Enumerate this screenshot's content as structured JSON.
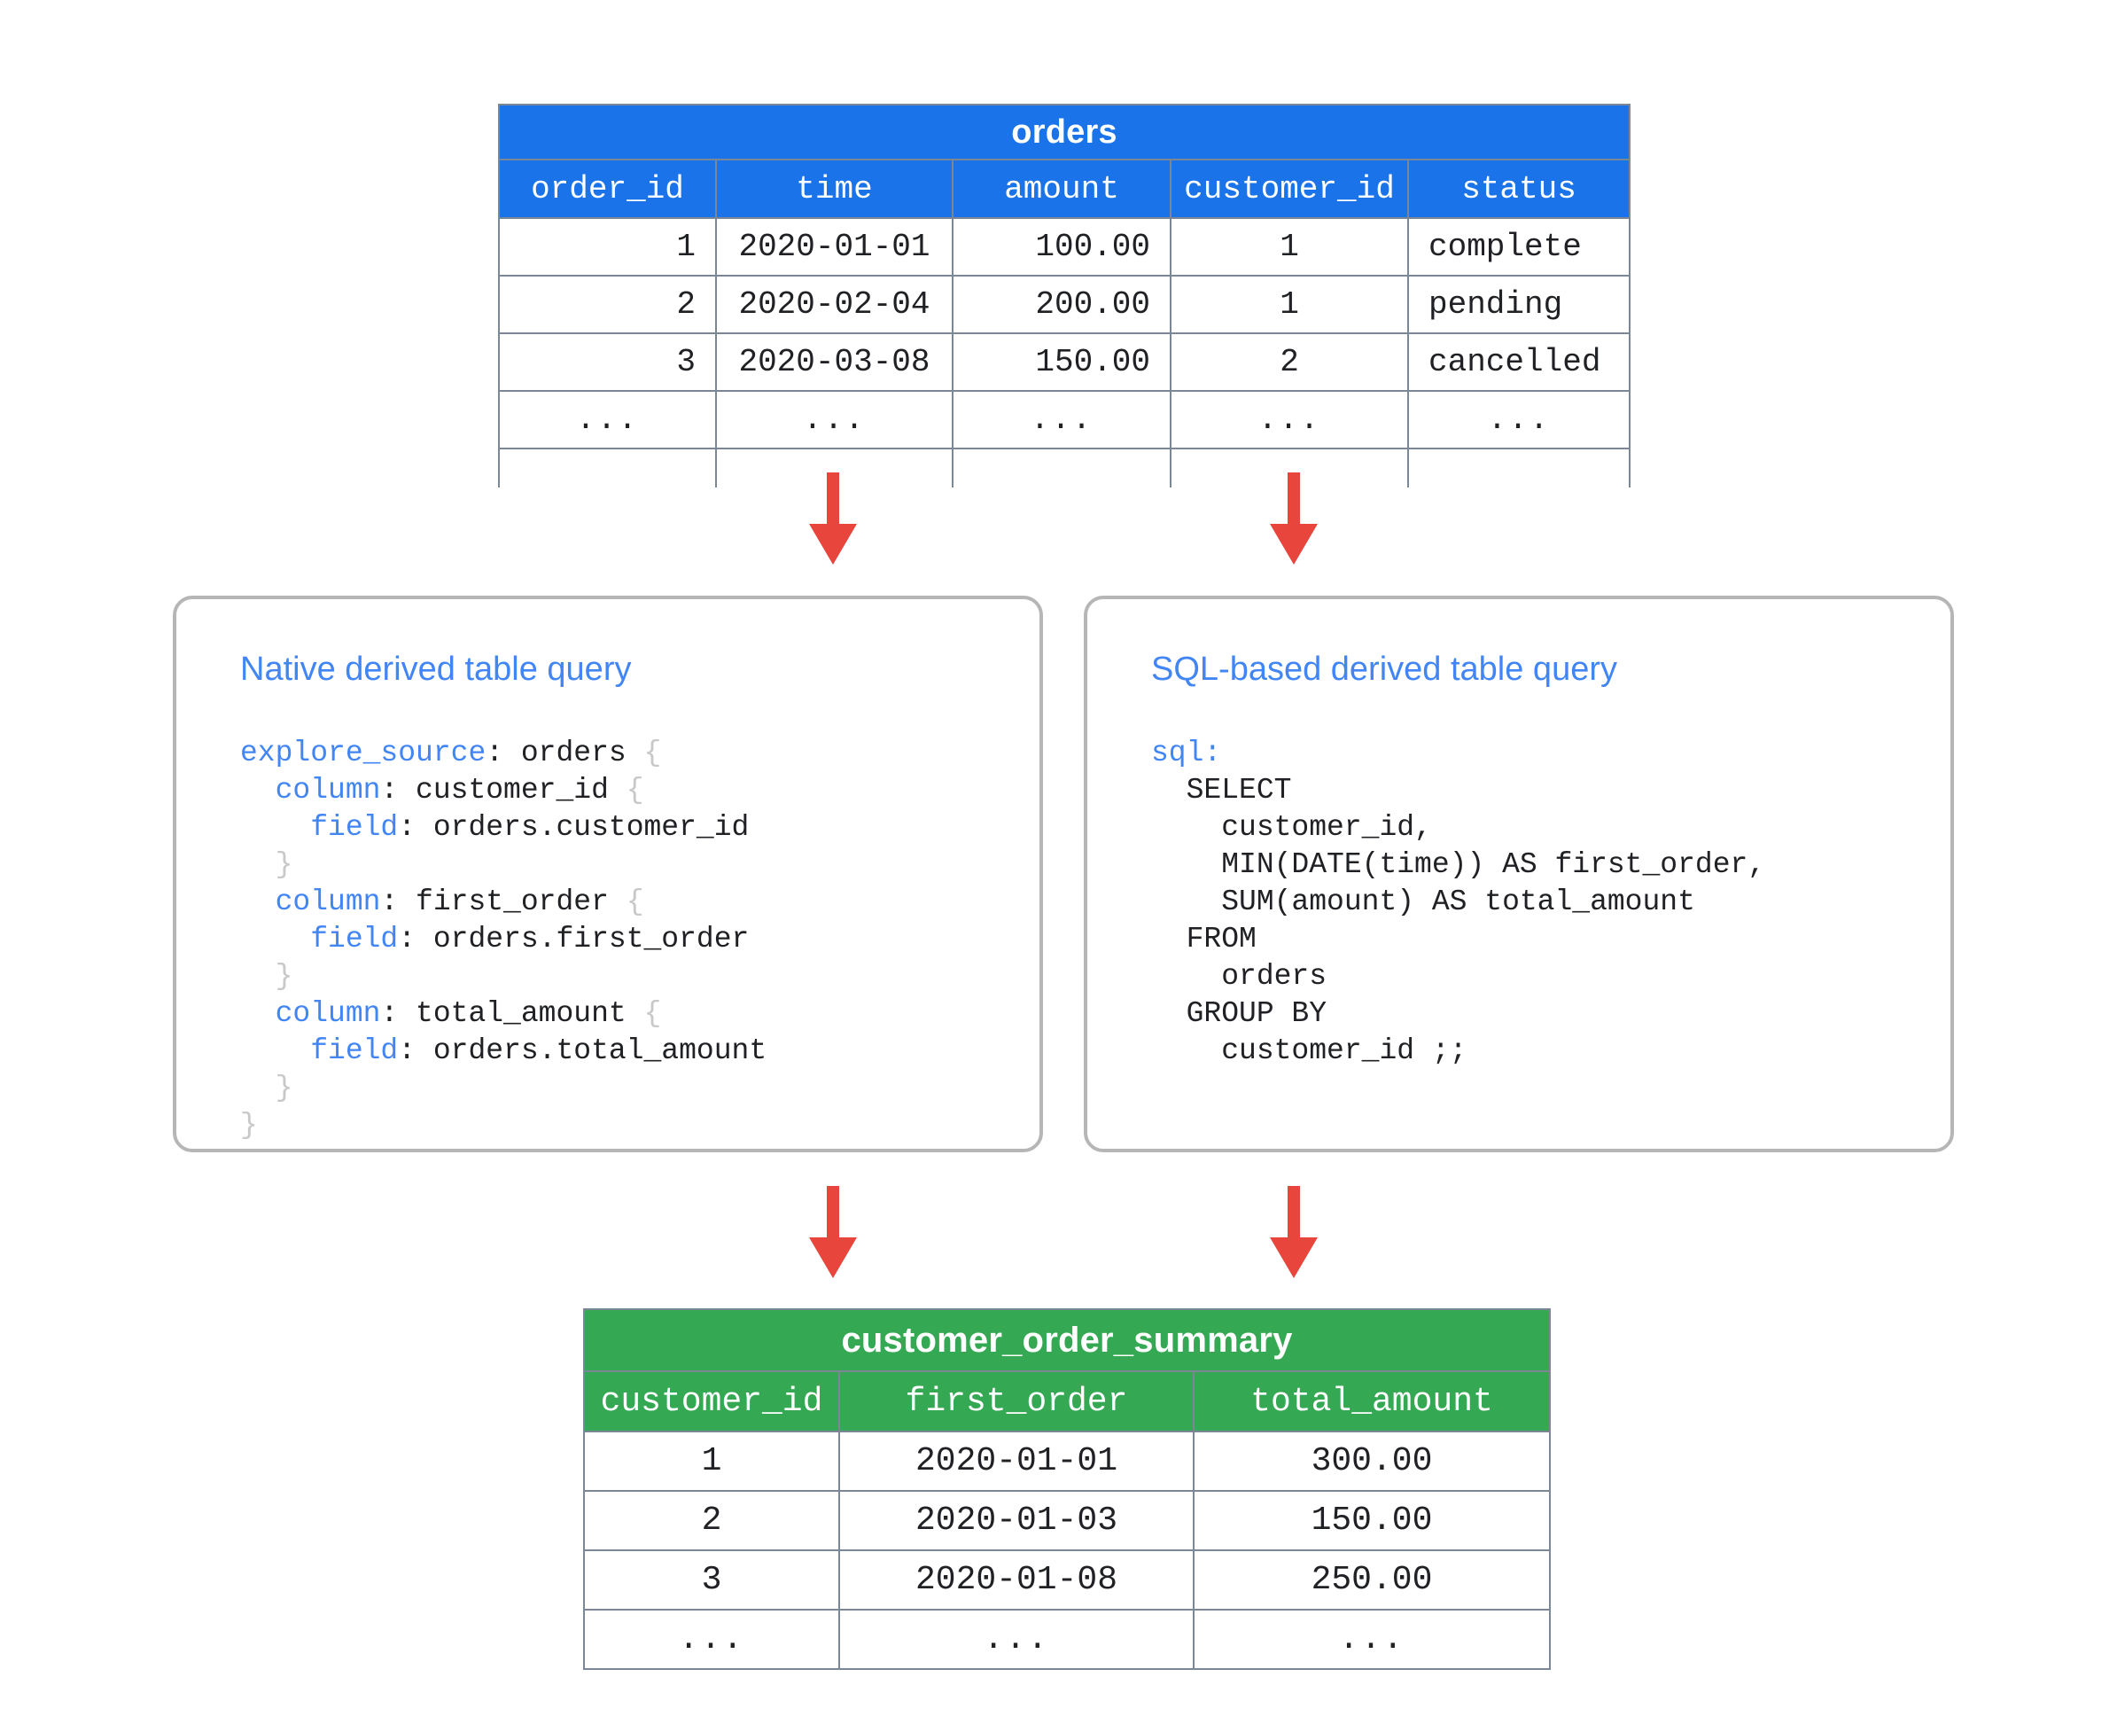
{
  "diagram": {
    "title": "Derived table query diagram",
    "colors": {
      "source_table_header": "#1a73e8",
      "result_table_header": "#34a853",
      "arrow": "#e8453c",
      "panel_border": "#b6b6b6",
      "code_keyword": "#4285f4",
      "panel_title": "#4285f4"
    }
  },
  "source_table": {
    "name": "orders",
    "columns": [
      "order_id",
      "time",
      "amount",
      "customer_id",
      "status"
    ],
    "rows": [
      [
        "1",
        "2020-01-01",
        "100.00",
        "1",
        "complete"
      ],
      [
        "2",
        "2020-02-04",
        "200.00",
        "1",
        "pending"
      ],
      [
        "3",
        "2020-03-08",
        "150.00",
        "2",
        "cancelled"
      ],
      [
        "...",
        "...",
        "...",
        "...",
        "..."
      ]
    ]
  },
  "result_table": {
    "name": "customer_order_summary",
    "columns": [
      "customer_id",
      "first_order",
      "total_amount"
    ],
    "rows": [
      [
        "1",
        "2020-01-01",
        "300.00"
      ],
      [
        "2",
        "2020-01-03",
        "150.00"
      ],
      [
        "3",
        "2020-01-08",
        "250.00"
      ],
      [
        "...",
        "...",
        "..."
      ]
    ]
  },
  "panels": {
    "native": {
      "title": "Native derived table query",
      "code_lines": [
        [
          {
            "t": "explore_source",
            "c": "kw"
          },
          {
            "t": ": orders ",
            "c": ""
          },
          {
            "t": "{",
            "c": "br"
          }
        ],
        [
          {
            "t": "  ",
            "c": ""
          },
          {
            "t": "column",
            "c": "kw"
          },
          {
            "t": ": customer_id ",
            "c": ""
          },
          {
            "t": "{",
            "c": "br"
          }
        ],
        [
          {
            "t": "    ",
            "c": ""
          },
          {
            "t": "field",
            "c": "kw"
          },
          {
            "t": ": orders.customer_id",
            "c": ""
          }
        ],
        [
          {
            "t": "  ",
            "c": ""
          },
          {
            "t": "}",
            "c": "br"
          }
        ],
        [
          {
            "t": "  ",
            "c": ""
          },
          {
            "t": "column",
            "c": "kw"
          },
          {
            "t": ": first_order ",
            "c": ""
          },
          {
            "t": "{",
            "c": "br"
          }
        ],
        [
          {
            "t": "    ",
            "c": ""
          },
          {
            "t": "field",
            "c": "kw"
          },
          {
            "t": ": orders.first_order",
            "c": ""
          }
        ],
        [
          {
            "t": "  ",
            "c": ""
          },
          {
            "t": "}",
            "c": "br"
          }
        ],
        [
          {
            "t": "  ",
            "c": ""
          },
          {
            "t": "column",
            "c": "kw"
          },
          {
            "t": ": total_amount ",
            "c": ""
          },
          {
            "t": "{",
            "c": "br"
          }
        ],
        [
          {
            "t": "    ",
            "c": ""
          },
          {
            "t": "field",
            "c": "kw"
          },
          {
            "t": ": orders.total_amount",
            "c": ""
          }
        ],
        [
          {
            "t": "  ",
            "c": ""
          },
          {
            "t": "}",
            "c": "br"
          }
        ],
        [
          {
            "t": "}",
            "c": "br"
          }
        ]
      ]
    },
    "sql": {
      "title": "SQL-based derived table query",
      "code_lines": [
        [
          {
            "t": "sql:",
            "c": "kw"
          }
        ],
        [
          {
            "t": "  SELECT",
            "c": ""
          }
        ],
        [
          {
            "t": "    customer_id,",
            "c": ""
          }
        ],
        [
          {
            "t": "    MIN(DATE(time)) AS first_order,",
            "c": ""
          }
        ],
        [
          {
            "t": "    SUM(amount) AS total_amount",
            "c": ""
          }
        ],
        [
          {
            "t": "  FROM",
            "c": ""
          }
        ],
        [
          {
            "t": "    orders",
            "c": ""
          }
        ],
        [
          {
            "t": "  GROUP BY",
            "c": ""
          }
        ],
        [
          {
            "t": "    customer_id ;;",
            "c": ""
          }
        ]
      ]
    }
  },
  "arrows": [
    {
      "name": "arrow-orders-to-native",
      "direction": "down"
    },
    {
      "name": "arrow-orders-to-sql",
      "direction": "down"
    },
    {
      "name": "arrow-native-to-summary",
      "direction": "down"
    },
    {
      "name": "arrow-sql-to-summary",
      "direction": "down"
    }
  ]
}
